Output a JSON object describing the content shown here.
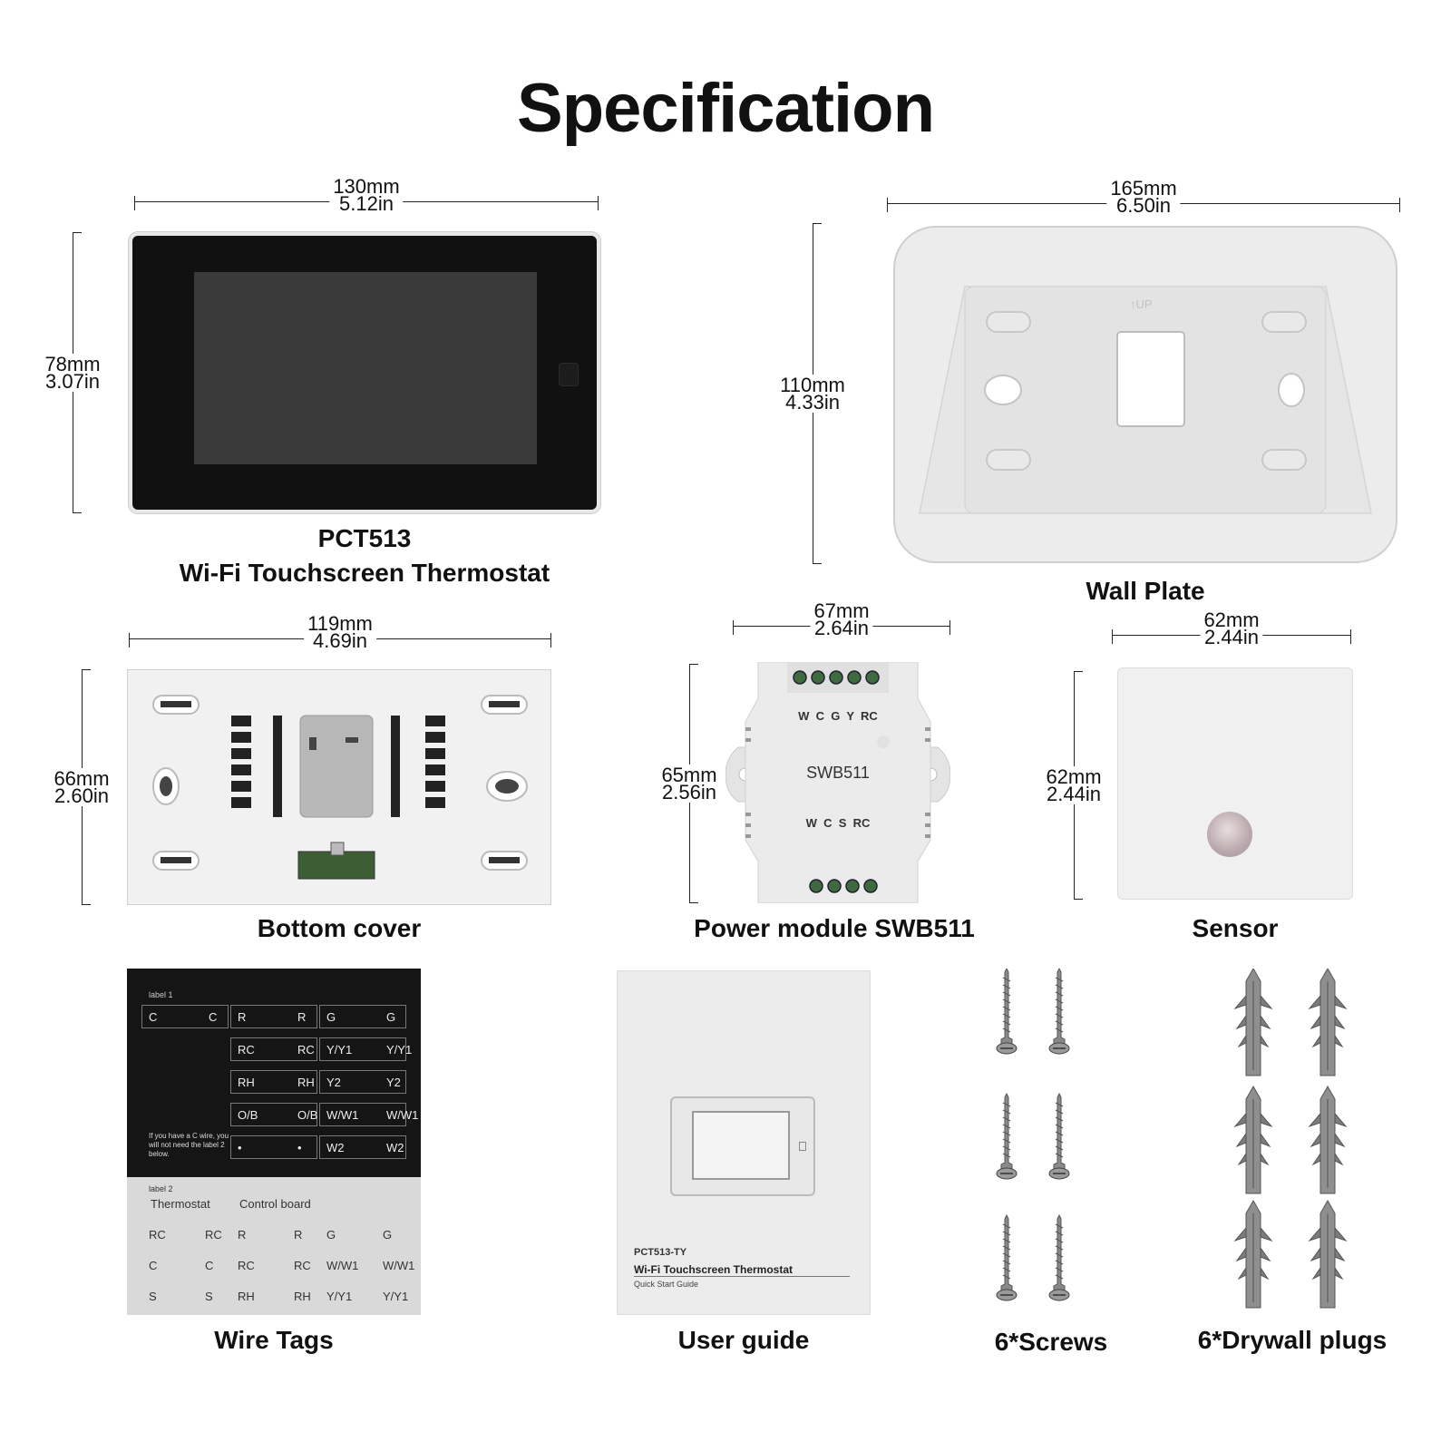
{
  "title": "Specification",
  "thermostat": {
    "width": {
      "mm": "130mm",
      "in": "5.12in"
    },
    "height": {
      "mm": "78mm",
      "in": "3.07in"
    },
    "model": "PCT513",
    "name": "Wi-Fi Touchscreen Thermostat"
  },
  "wall_plate": {
    "width": {
      "mm": "165mm",
      "in": "6.50in"
    },
    "height": {
      "mm": "110mm",
      "in": "4.33in"
    },
    "up_mark": "↑UP",
    "label": "Wall Plate"
  },
  "bottom_cover": {
    "width": {
      "mm": "119mm",
      "in": "4.69in"
    },
    "height": {
      "mm": "66mm",
      "in": "2.60in"
    },
    "label": "Bottom cover"
  },
  "power_module": {
    "width": {
      "mm": "67mm",
      "in": "2.64in"
    },
    "height": {
      "mm": "65mm",
      "in": "2.56in"
    },
    "top_terminals": "W  C  G  Y  RC",
    "model": "SWB511",
    "bottom_terminals": "W  C  S  RC",
    "label": "Power module SWB511"
  },
  "sensor": {
    "width": {
      "mm": "62mm",
      "in": "2.44in"
    },
    "height": {
      "mm": "62mm",
      "in": "2.44in"
    },
    "label": "Sensor"
  },
  "wire_tags": {
    "label": "Wire Tags",
    "label1": "label 1",
    "label2": "label 2",
    "note": "If you have a C wire, you will not need the label 2 below.",
    "thermostat_hdr": "Thermostat",
    "control_hdr": "Control board",
    "top_rows": [
      [
        "C",
        "C",
        "R",
        "R",
        "G",
        "G"
      ],
      [
        "",
        "",
        "RC",
        "RC",
        "Y/Y1",
        "Y/Y1"
      ],
      [
        "",
        "",
        "RH",
        "RH",
        "Y2",
        "Y2"
      ],
      [
        "",
        "",
        "O/B",
        "O/B",
        "W/W1",
        "W/W1"
      ],
      [
        "",
        "",
        "•",
        "•",
        "W2",
        "W2"
      ]
    ],
    "bottom_rows": [
      [
        "RC",
        "RC",
        "R",
        "R",
        "G",
        "G"
      ],
      [
        "C",
        "C",
        "RC",
        "RC",
        "W/W1",
        "W/W1"
      ],
      [
        "S",
        "S",
        "RH",
        "RH",
        "Y/Y1",
        "Y/Y1"
      ]
    ]
  },
  "user_guide": {
    "label": "User guide",
    "cover_model": "PCT513-TY",
    "cover_title": "Wi-Fi Touchscreen Thermostat",
    "cover_sub": "Quick Start Guide"
  },
  "screws": {
    "label": "6*Screws"
  },
  "plugs": {
    "label": "6*Drywall plugs"
  }
}
